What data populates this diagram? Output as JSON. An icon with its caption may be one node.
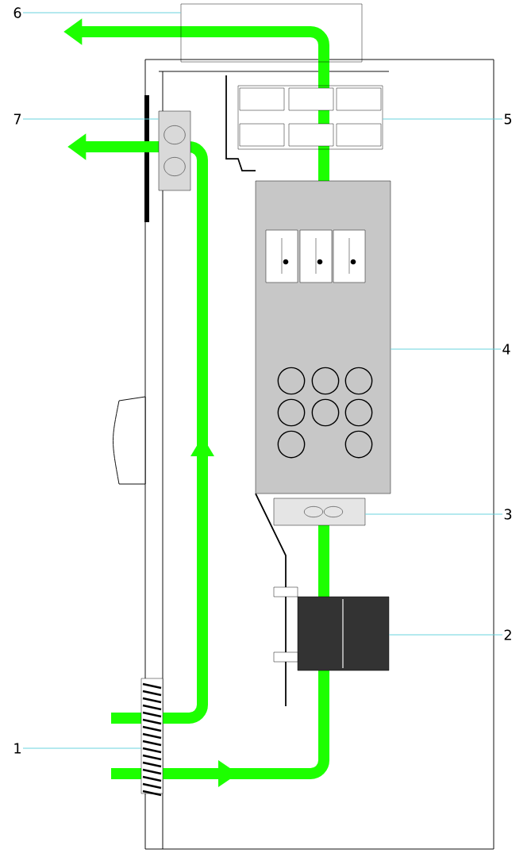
{
  "diagram": {
    "nodes": [
      {
        "text": [
          "6"
        ]
      },
      {
        "text": [
          "7"
        ]
      },
      {
        "text": [
          "5"
        ]
      },
      {
        "text": [
          "4"
        ]
      },
      {
        "text": [
          "3"
        ]
      },
      {
        "text": [
          "2"
        ]
      },
      {
        "text": [
          "1"
        ]
      },
      {
        "text": [],
        "shape": "box"
      },
      {
        "text": [],
        "shape": "box"
      },
      {
        "text": [],
        "shape": "box"
      },
      {
        "text": [],
        "shape": "box"
      },
      {
        "text": [],
        "shape": "box"
      },
      {
        "text": [],
        "shape": "box"
      },
      {
        "text": [],
        "shape": "box"
      }
    ],
    "edges": [
      {
        "from": 0,
        "to": 7,
        "arrow": "none"
      },
      {
        "from": 1,
        "to": 8,
        "arrow": "none"
      },
      {
        "from": 2,
        "to": 9,
        "arrow": "none"
      },
      {
        "from": 3,
        "to": 10,
        "arrow": "none"
      },
      {
        "from": 4,
        "to": 11,
        "arrow": "none"
      },
      {
        "from": 5,
        "to": 12,
        "arrow": "none"
      },
      {
        "from": 6,
        "to": 13,
        "arrow": "none"
      }
    ]
  }
}
